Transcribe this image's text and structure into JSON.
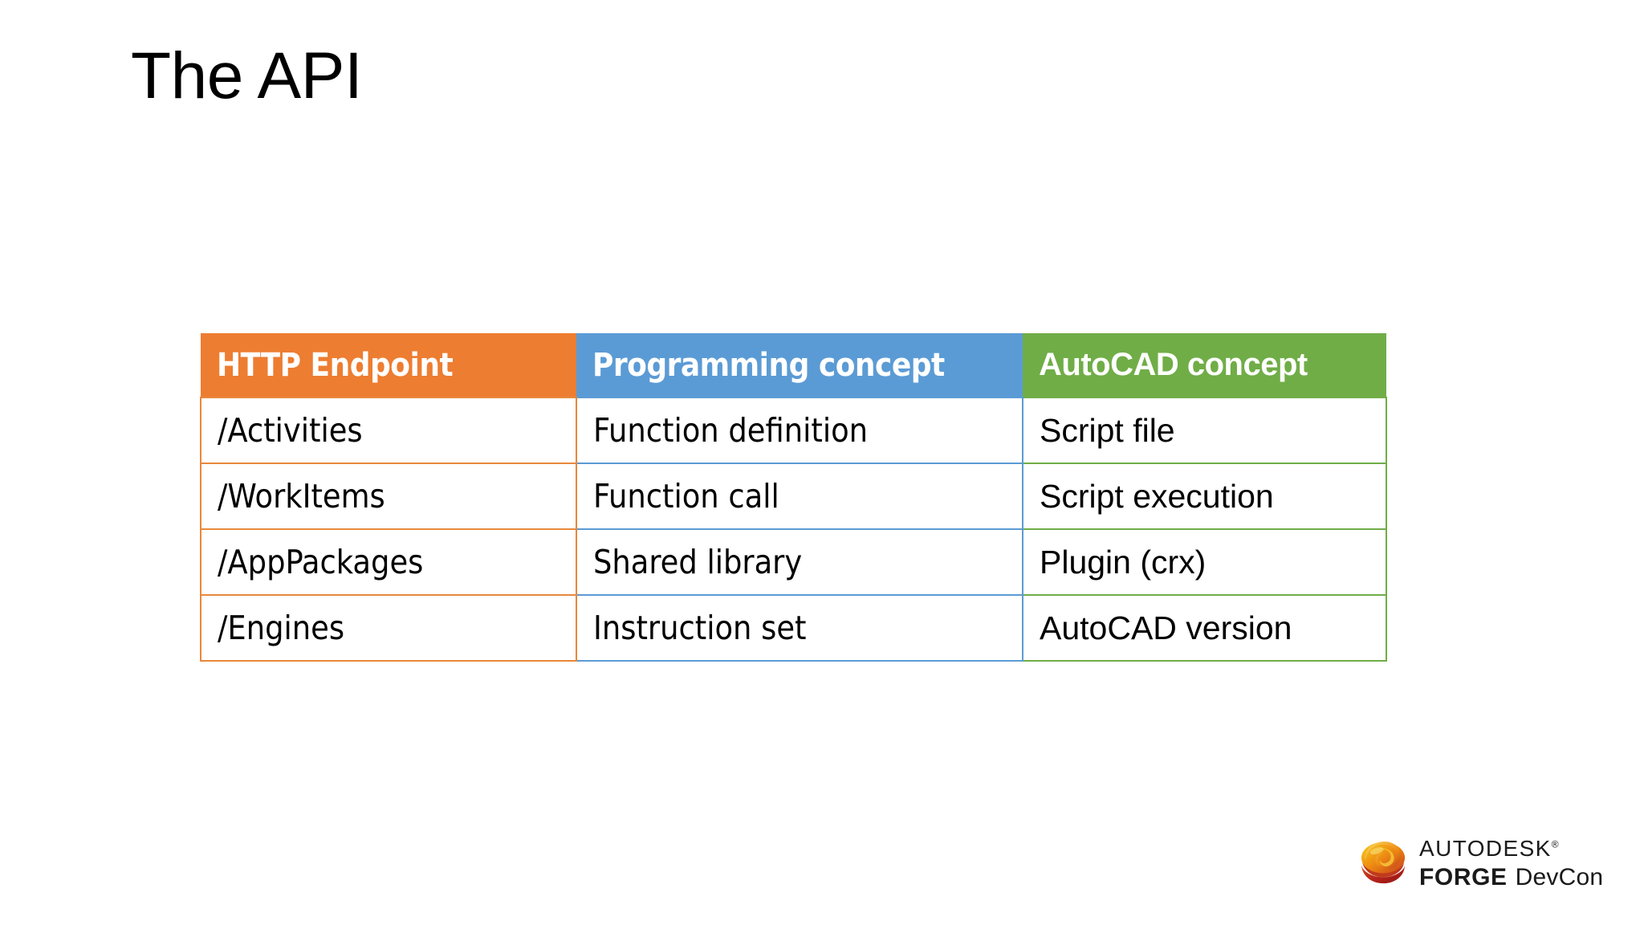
{
  "slide": {
    "title": "The API",
    "background_color": "#FFFFFF"
  },
  "table": {
    "headers": [
      {
        "label": "HTTP Endpoint",
        "bg": "#ED7D31"
      },
      {
        "label": "Programming concept",
        "bg": "#5B9BD5"
      },
      {
        "label": "AutoCAD concept",
        "bg": "#70AD47"
      }
    ],
    "rows": [
      {
        "endpoint": "/Activities",
        "programming": "Function definition",
        "autocad": "Script file"
      },
      {
        "endpoint": "/WorkItems",
        "programming": "Function call",
        "autocad": "Script execution"
      },
      {
        "endpoint": "/AppPackages",
        "programming": "Shared library",
        "autocad": "Plugin (crx)"
      },
      {
        "endpoint": "/Engines",
        "programming": "Instruction set",
        "autocad": "AutoCAD version"
      }
    ]
  },
  "logo": {
    "mark_name": "autodesk-forge-swirl-icon",
    "brand": "AUTODESK",
    "registered": "®",
    "product": "FORGE",
    "event": "DevCon",
    "colors": {
      "swirl_light": "#F5C518",
      "swirl_mid": "#E8701A",
      "swirl_dark": "#B4241C",
      "text": "#1A1A1A"
    }
  }
}
